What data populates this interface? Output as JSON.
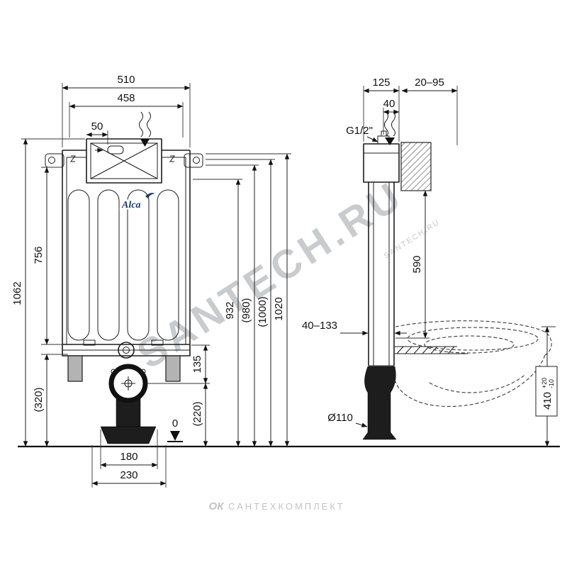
{
  "watermark": {
    "diagonal": "SANTECH.RU",
    "diagonal_small": "SANTECH.RU",
    "footer_logo": "ОК",
    "footer_text": "САНТЕХКОМПЛЕКТ"
  },
  "brand": {
    "logo": "Alca"
  },
  "front_view": {
    "dims": {
      "w510": "510",
      "w458": "458",
      "w50": "50",
      "h756": "756",
      "h1062": "1062",
      "h320": "(320)",
      "h135": "135",
      "h220": "(220)",
      "h932": "932",
      "h980": "(980)",
      "h1000": "(1000)",
      "h1020": "1020",
      "zero": "0",
      "w180": "180",
      "w230": "230"
    }
  },
  "side_view": {
    "dims": {
      "d125": "125",
      "d40": "40",
      "d20_95": "20–95",
      "thread": "G1/2\"",
      "h590": "590",
      "d40_133": "40–133",
      "pipe": "Ø110",
      "h410": "410",
      "tol_plus": "+20",
      "tol_minus": "-10"
    }
  }
}
